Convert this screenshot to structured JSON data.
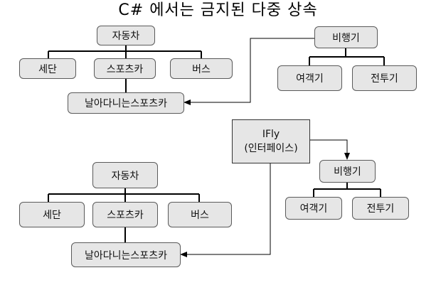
{
  "title": "C# 에서는 금지된 다중 상속",
  "top_diagram": {
    "car": "자동차",
    "sedan": "세단",
    "sportscar": "스포츠카",
    "bus": "버스",
    "flying_sportscar": "날아다니는스포츠카",
    "airplane": "비행기",
    "passenger_plane": "여객기",
    "fighter": "전투기"
  },
  "bottom_diagram": {
    "interface_name": "IFly",
    "interface_note": "(인터페이스)",
    "airplane": "비행기",
    "passenger_plane": "여객기",
    "fighter": "전투기",
    "car": "자동차",
    "sedan": "세단",
    "sportscar": "스포츠카",
    "bus": "버스",
    "flying_sportscar": "날아다니는스포츠카"
  }
}
